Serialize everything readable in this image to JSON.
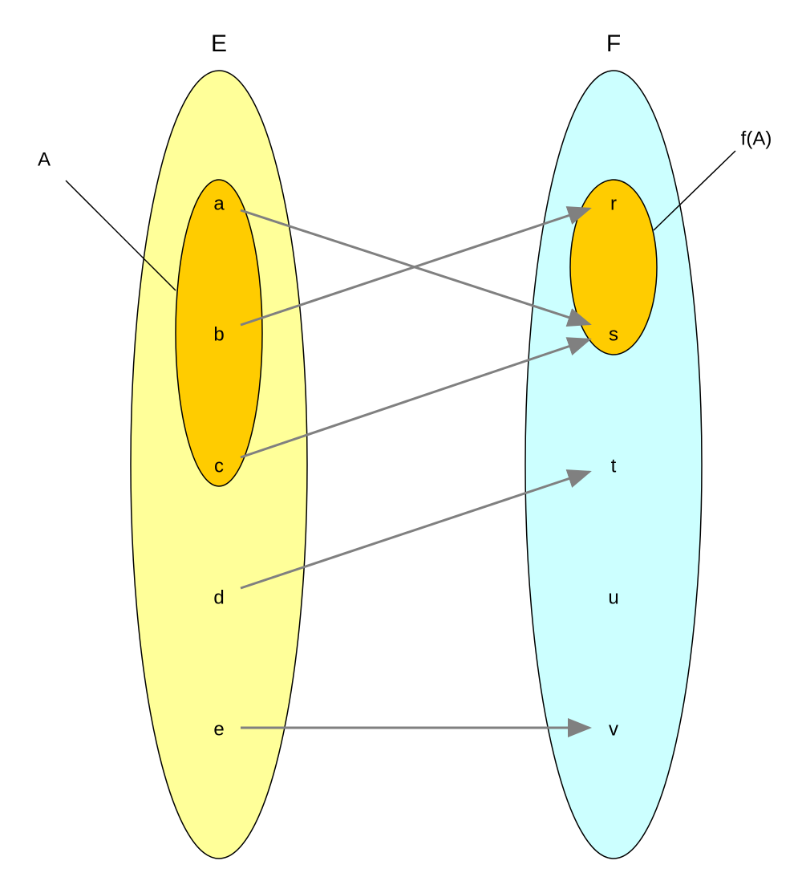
{
  "sets": {
    "domain": {
      "name": "E",
      "fill": "#FFFF99"
    },
    "codomain": {
      "name": "F",
      "fill": "#CCFFFF"
    }
  },
  "subsets": {
    "subset": {
      "name": "A",
      "fill": "#FFCC00"
    },
    "image": {
      "name": "f(A)",
      "fill": "#FFCC00"
    }
  },
  "elements": {
    "domain": [
      "a",
      "b",
      "c",
      "d",
      "e"
    ],
    "codomain": [
      "r",
      "s",
      "t",
      "u",
      "v"
    ]
  },
  "mapping": [
    {
      "from": "a",
      "to": "s"
    },
    {
      "from": "b",
      "to": "r"
    },
    {
      "from": "c",
      "to": "s"
    },
    {
      "from": "d",
      "to": "t"
    },
    {
      "from": "e",
      "to": "v"
    }
  ],
  "colors": {
    "arrow": "#808080",
    "outline": "#000000"
  }
}
